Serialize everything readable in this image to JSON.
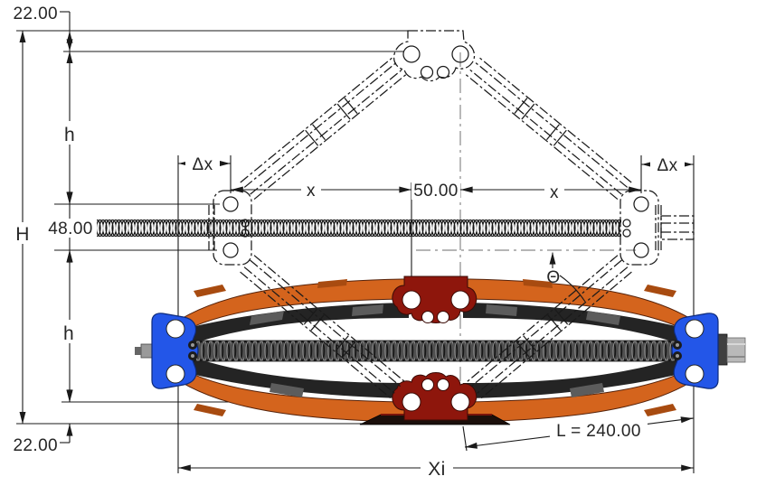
{
  "diagram": {
    "type": "engineering-drawing",
    "subject": "scissor-jack-extension-dimensions",
    "labels": {
      "top_clearance": "22.00",
      "upper_arm_height": "h",
      "overall_height": "H",
      "trunnion_height": "48.00",
      "lower_arm_height": "h",
      "base_clearance": "22.00",
      "delta_x_left": "Δx",
      "half_span_left": "x",
      "saddle_pin_spacing": "50.00",
      "half_span_right": "x",
      "delta_x_right": "Δx",
      "arm_angle": "Θ",
      "arm_length": "L = 240.00",
      "collapsed_length": "Xi"
    },
    "colors": {
      "line": "#1a1a1a",
      "centerline_gray": "#8a8a8a",
      "arm_orange": "#d4641d",
      "arm_orange_dark": "#a84b10",
      "arm_steel_dark": "#242424",
      "arm_steel_light": "#5c5c5c",
      "saddle_maroon": "#8e160c",
      "bracket_blue": "#2356e8",
      "screw_gray": "#4f4f4f",
      "shaft_silver": "#b9b9b9",
      "base_dark": "#1b0f0b",
      "background": "#ffffff"
    }
  }
}
